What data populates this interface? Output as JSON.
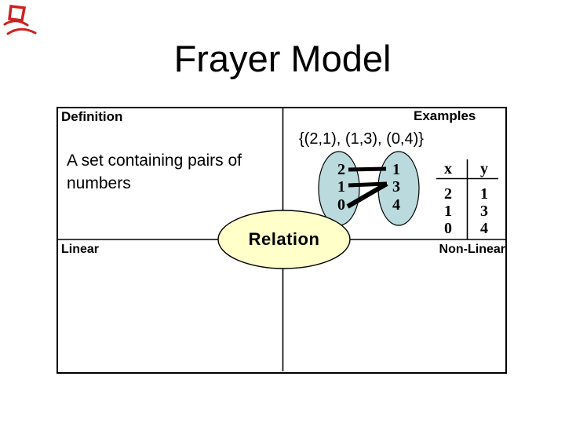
{
  "slide": {
    "title": "Frayer Model"
  },
  "quadrants": {
    "definition_label": "Definition",
    "examples_label": "Examples",
    "definition_text": "A set containing pairs of numbers",
    "set_notation": "{(2,1), (1,3), (0,4)}",
    "linear_label": "Linear",
    "nonlinear_label": "Non-Linear",
    "center_label": "Relation"
  },
  "mapping_diagram": {
    "domain": [
      "2",
      "1",
      "0"
    ],
    "range": [
      "1",
      "3",
      "4"
    ],
    "pairs_shown": [
      [
        "2",
        "1"
      ],
      [
        "1",
        "3"
      ],
      [
        "0",
        "3"
      ]
    ]
  },
  "table": {
    "headers": [
      "x",
      "y"
    ],
    "rows": [
      [
        "2",
        "1"
      ],
      [
        "1",
        "3"
      ],
      [
        "0",
        "4"
      ]
    ]
  },
  "colors": {
    "text": "#000000",
    "line": "#000000",
    "oval_cyan_fill": "#BADADD",
    "oval_yellow_fill": "#FFFFC9",
    "ink_red": "#CC2222"
  }
}
